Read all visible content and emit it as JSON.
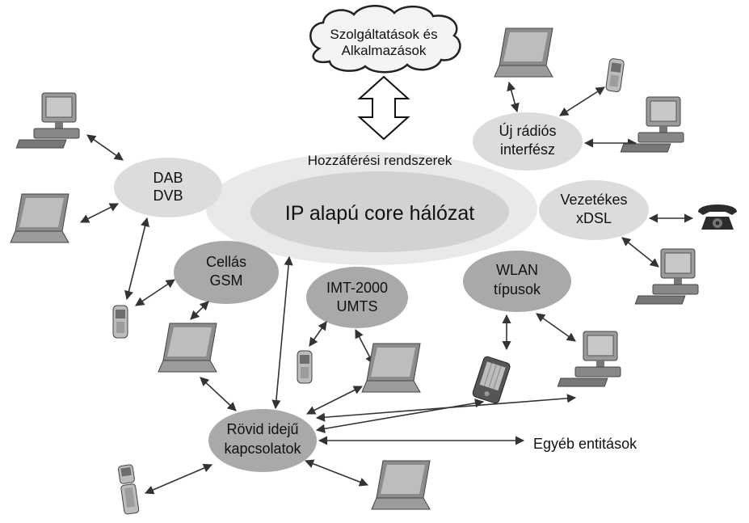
{
  "cloud": {
    "line1": "Szolgáltatások és",
    "line2": "Alkalmazások"
  },
  "access_label": "Hozzáférési rendszerek",
  "core_label": "IP alapú core hálózat",
  "nodes": {
    "dab": {
      "line1": "DAB",
      "line2": "DVB"
    },
    "cellas": {
      "line1": "Cellás",
      "line2": "GSM"
    },
    "imt": {
      "line1": "IMT-2000",
      "line2": "UMTS"
    },
    "wlan": {
      "line1": "WLAN",
      "line2": "típusok"
    },
    "uj": {
      "line1": "Új rádiós",
      "line2": "interfész"
    },
    "vezetekes": {
      "line1": "Vezetékes",
      "line2": "xDSL"
    },
    "rovid": {
      "line1": "Rövid idejű",
      "line2": "kapcsolatok"
    }
  },
  "other_label": "Egyéb entitások",
  "colors": {
    "access_ellipse": "#e9e9e9",
    "core_ellipse": "#d2d2d2",
    "node_light": "#dcdcdc",
    "node_dark": "#a9a9a9",
    "device": "#8c8c8c",
    "arrow": "#333333"
  }
}
